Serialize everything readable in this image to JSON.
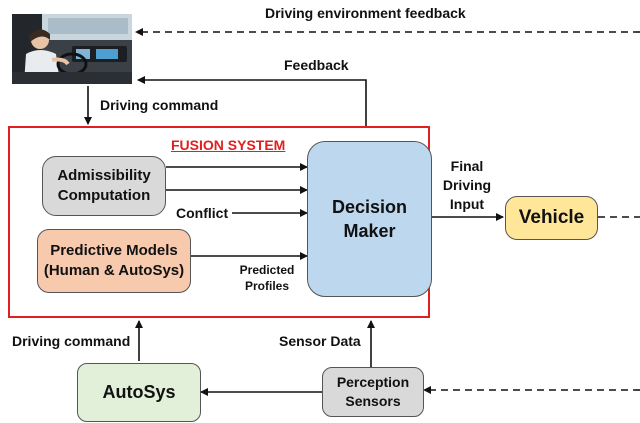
{
  "labels": {
    "env_feedback": "Driving environment feedback",
    "feedback": "Feedback",
    "driving_command_top": "Driving command",
    "fusion_system": "FUSION SYSTEM",
    "conflict": "Conflict",
    "predicted_profiles": "Predicted\nProfiles",
    "final_driving_input": "Final\nDriving\nInput",
    "driving_command_bottom": "Driving command",
    "sensor_data": "Sensor Data"
  },
  "nodes": {
    "admissibility": "Admissibility\nComputation",
    "predictive_models": "Predictive Models\n(Human & AutoSys)",
    "decision_maker": "Decision\nMaker",
    "vehicle": "Vehicle",
    "autosys": "AutoSys",
    "perception": "Perception\nSensors"
  },
  "colors": {
    "fusion_border": "#e02020",
    "fusion_title": "#e02020",
    "admissibility_fill": "#d9d9d9",
    "predictive_fill": "#f7c9ad",
    "decision_fill": "#bdd7ee",
    "vehicle_fill": "#ffe699",
    "autosys_fill": "#e2f0d9",
    "perception_fill": "#d9d9d9"
  },
  "icons": {
    "driver_photo": "driver-in-car-photo"
  }
}
